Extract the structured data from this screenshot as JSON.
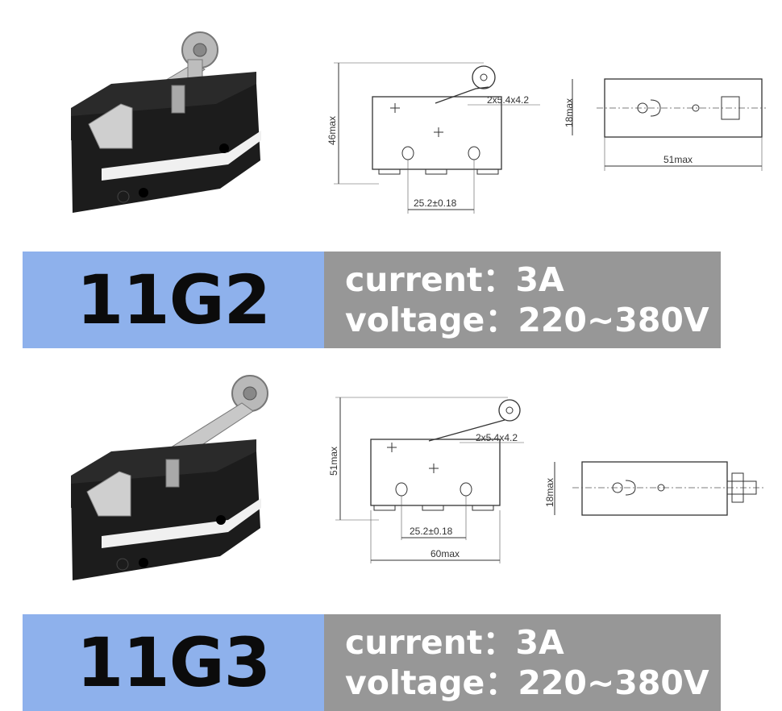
{
  "products": [
    {
      "model": "11G2",
      "current_label": "current",
      "current_value": "3A",
      "voltage_label": "voltage",
      "voltage_value": "220~380V",
      "dims": {
        "height": "46max",
        "terminal_spec": "2x5.4x4.2",
        "spacing": "25.2±0.18",
        "top_height": "18max",
        "top_length": "51max"
      }
    },
    {
      "model": "11G3",
      "current_label": "current",
      "current_value": "3A",
      "voltage_label": "voltage",
      "voltage_value": "220~380V",
      "dims": {
        "height": "51max",
        "terminal_spec": "2x5.4x4.2",
        "spacing": "25.2±0.18",
        "width": "60max",
        "top_height": "18max"
      }
    }
  ],
  "separator": "："
}
